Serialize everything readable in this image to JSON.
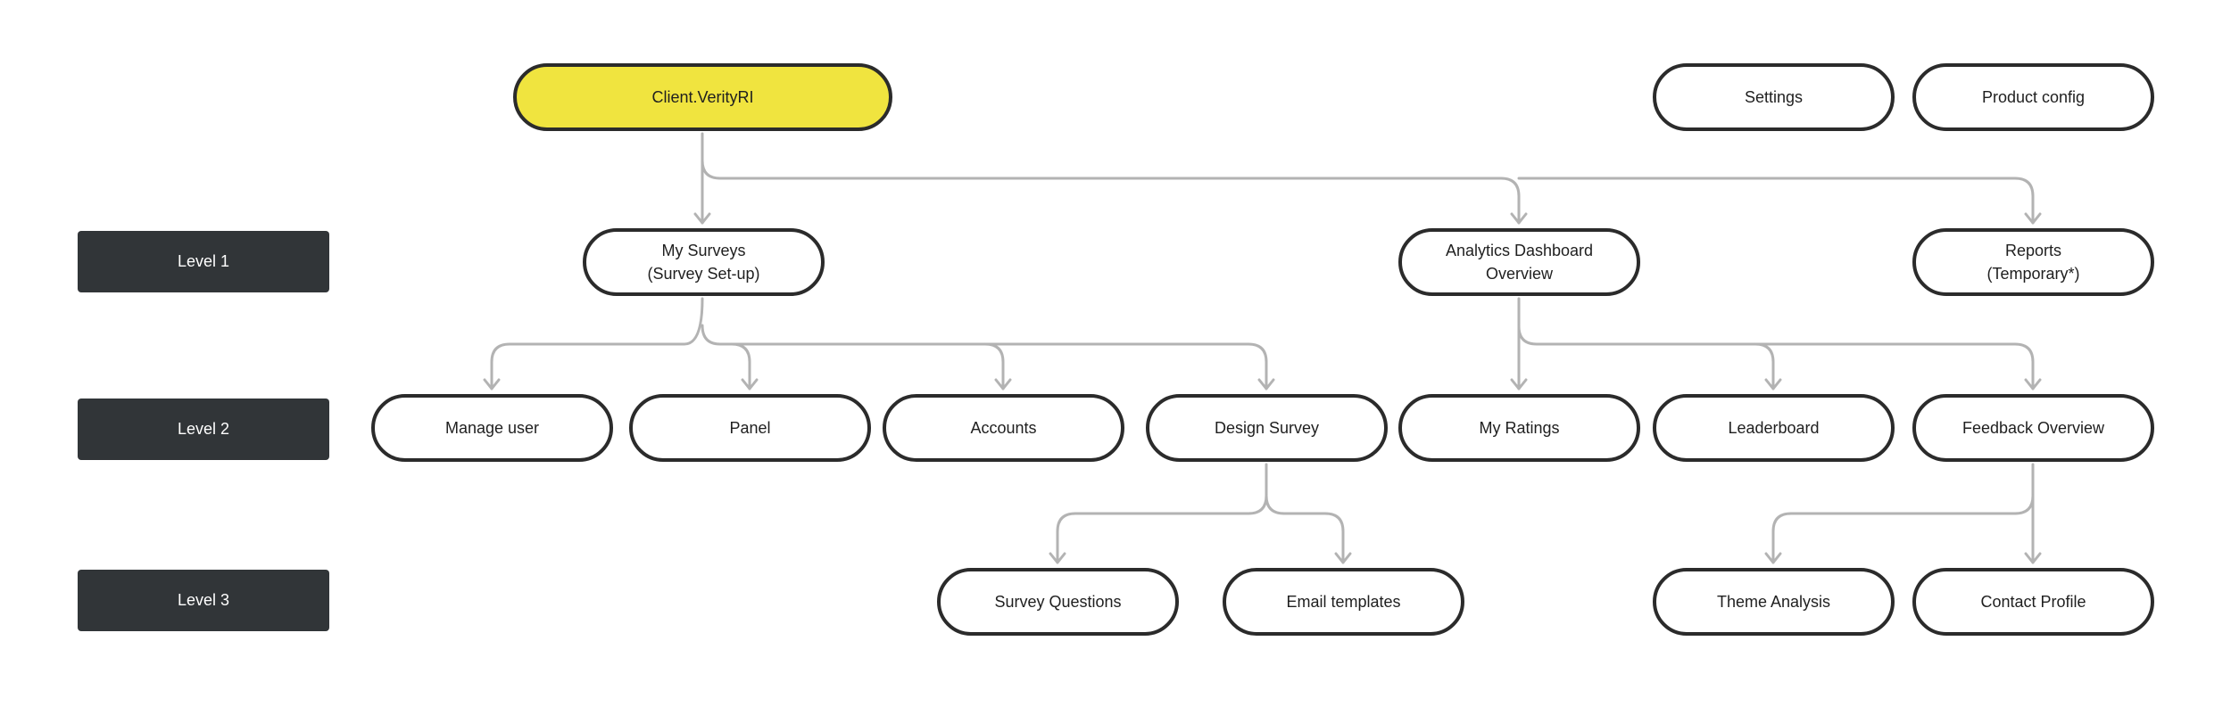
{
  "levels": [
    "Level 1",
    "Level 2",
    "Level 3"
  ],
  "root": "Client.VerityRI",
  "top_right": {
    "settings": "Settings",
    "product_config": "Product config"
  },
  "level1": {
    "my_surveys": [
      "My Surveys",
      "(Survey Set-up)"
    ],
    "analytics": [
      "Analytics Dashboard",
      "Overview"
    ],
    "reports": [
      "Reports",
      "(Temporary*)"
    ]
  },
  "level2": {
    "manage_user": "Manage user",
    "panel": "Panel",
    "accounts": "Accounts",
    "design_survey": "Design Survey",
    "my_ratings": "My Ratings",
    "leaderboard": "Leaderboard",
    "feedback_overview": "Feedback Overview"
  },
  "level3": {
    "survey_questions": "Survey Questions",
    "email_templates": "Email templates",
    "theme_analysis": "Theme Analysis",
    "contact_profile": "Contact Profile"
  },
  "colors": {
    "root_fill": "#f0e43f",
    "node_border": "#2b2b2b",
    "level_fill": "#313538",
    "connector": "#b3b3b3"
  }
}
